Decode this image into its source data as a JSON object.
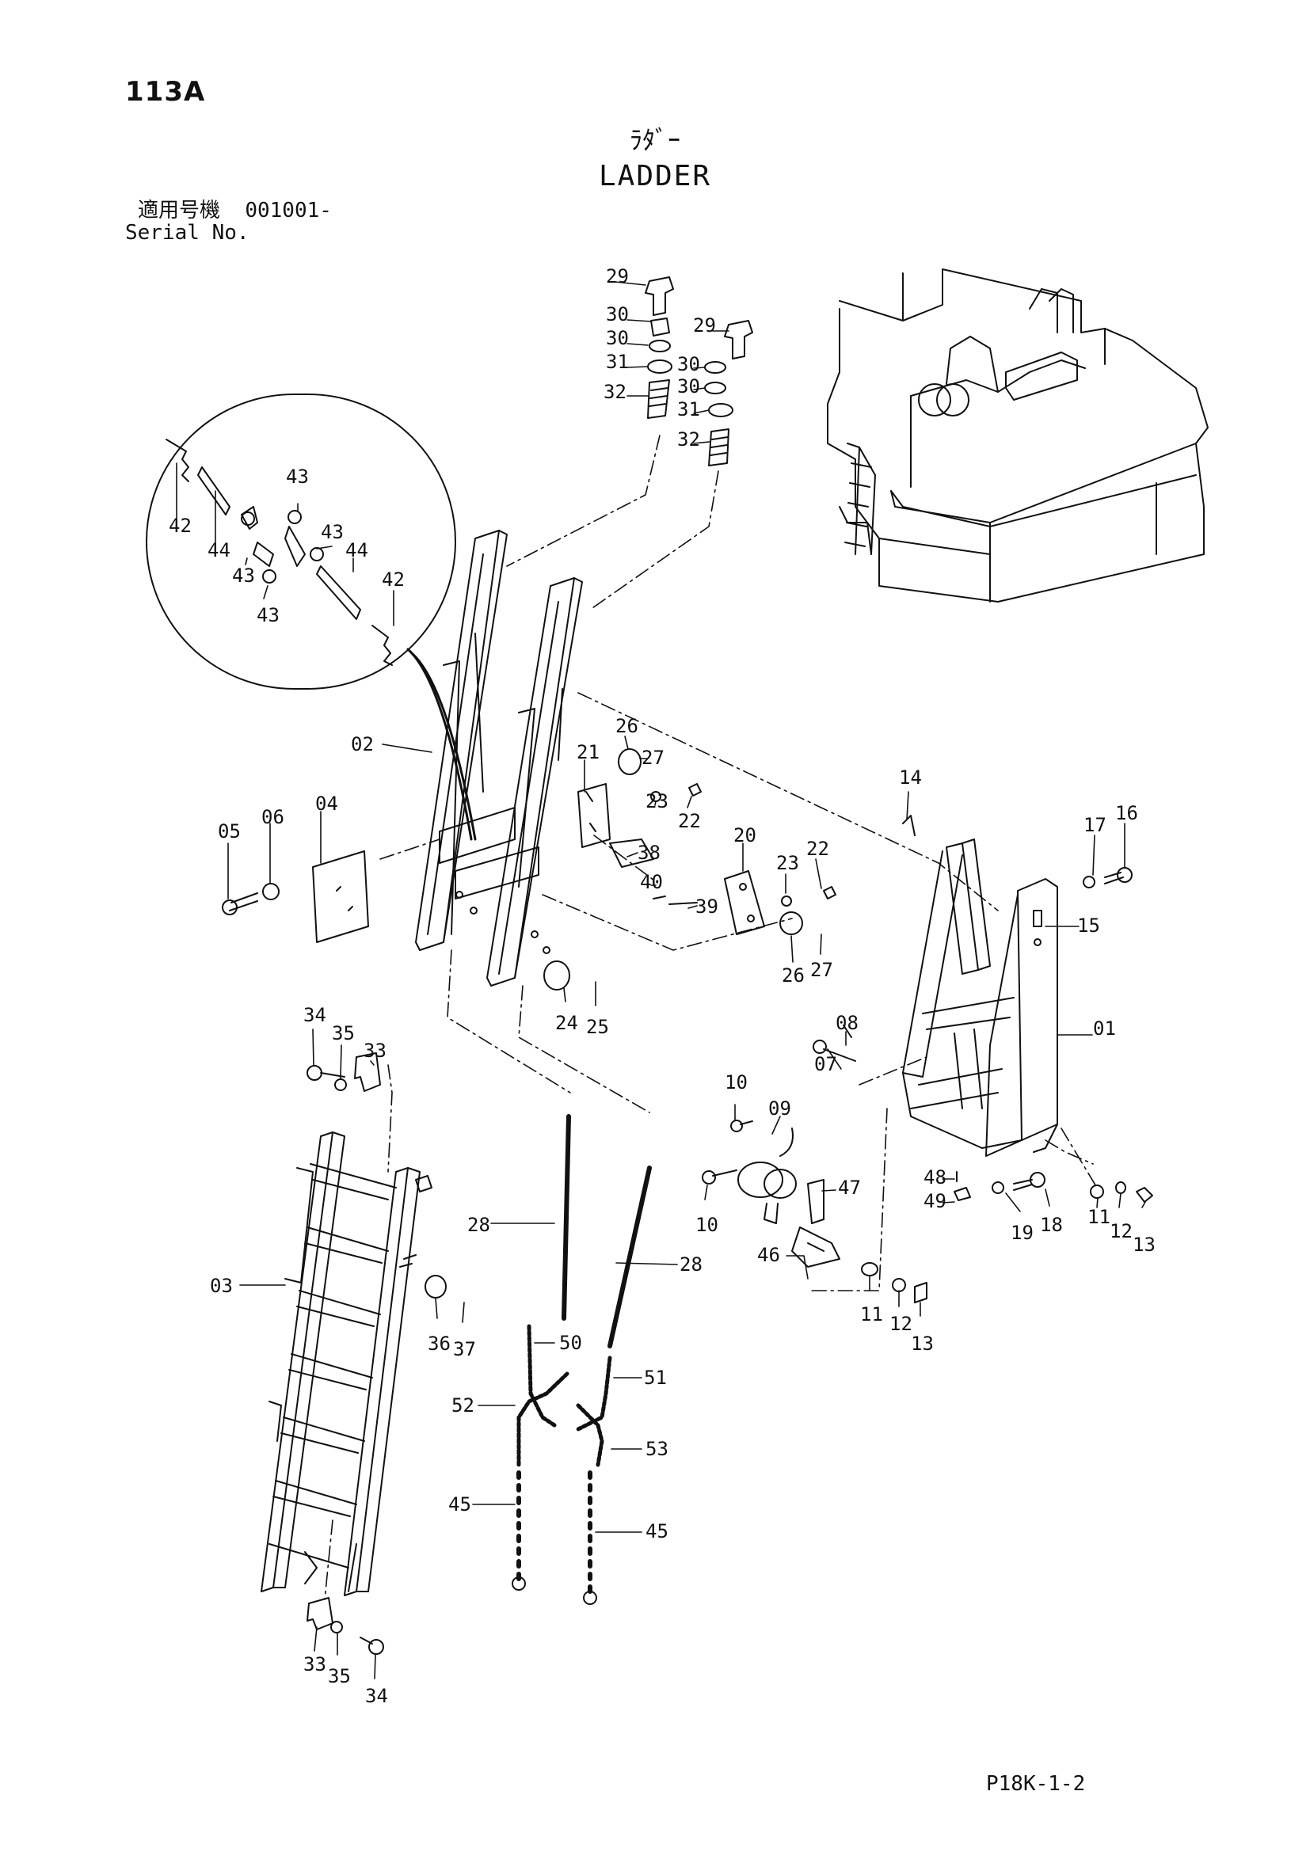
{
  "page_code": "113A",
  "title_jp": "ﾗﾀﾞｰ",
  "title_en": "LADDER",
  "serial": {
    "label_jp": "適用号機",
    "value": "001001-",
    "label_en": "Serial No."
  },
  "footer_code": "P18K-1-2",
  "callouts": [
    {
      "id": "c29a",
      "n": "29"
    },
    {
      "id": "c30a",
      "n": "30"
    },
    {
      "id": "c30b",
      "n": "30"
    },
    {
      "id": "c31a",
      "n": "31"
    },
    {
      "id": "c32a",
      "n": "32"
    },
    {
      "id": "c29b",
      "n": "29"
    },
    {
      "id": "c30c",
      "n": "30"
    },
    {
      "id": "c30d",
      "n": "30"
    },
    {
      "id": "c31b",
      "n": "31"
    },
    {
      "id": "c32b",
      "n": "32"
    },
    {
      "id": "c42a",
      "n": "42"
    },
    {
      "id": "c44a",
      "n": "44"
    },
    {
      "id": "c43a",
      "n": "43"
    },
    {
      "id": "c43b",
      "n": "43"
    },
    {
      "id": "c43c",
      "n": "43"
    },
    {
      "id": "c43d",
      "n": "43"
    },
    {
      "id": "c44b",
      "n": "44"
    },
    {
      "id": "c42b",
      "n": "42"
    },
    {
      "id": "c02",
      "n": "02"
    },
    {
      "id": "c04",
      "n": "04"
    },
    {
      "id": "c05",
      "n": "05"
    },
    {
      "id": "c06",
      "n": "06"
    },
    {
      "id": "c26a",
      "n": "26"
    },
    {
      "id": "c27a",
      "n": "27"
    },
    {
      "id": "c21",
      "n": "21"
    },
    {
      "id": "c23a",
      "n": "23"
    },
    {
      "id": "c22a",
      "n": "22"
    },
    {
      "id": "c38",
      "n": "38"
    },
    {
      "id": "c40",
      "n": "40"
    },
    {
      "id": "c39",
      "n": "39"
    },
    {
      "id": "c20",
      "n": "20"
    },
    {
      "id": "c23b",
      "n": "23"
    },
    {
      "id": "c22b",
      "n": "22"
    },
    {
      "id": "c26b",
      "n": "26"
    },
    {
      "id": "c27b",
      "n": "27"
    },
    {
      "id": "c24",
      "n": "24"
    },
    {
      "id": "c25",
      "n": "25"
    },
    {
      "id": "c14",
      "n": "14"
    },
    {
      "id": "c17",
      "n": "17"
    },
    {
      "id": "c16",
      "n": "16"
    },
    {
      "id": "c15",
      "n": "15"
    },
    {
      "id": "c01",
      "n": "01"
    },
    {
      "id": "c08",
      "n": "08"
    },
    {
      "id": "c07",
      "n": "07"
    },
    {
      "id": "c10a",
      "n": "10"
    },
    {
      "id": "c09",
      "n": "09"
    },
    {
      "id": "c10b",
      "n": "10"
    },
    {
      "id": "c47",
      "n": "47"
    },
    {
      "id": "c48",
      "n": "48"
    },
    {
      "id": "c49",
      "n": "49"
    },
    {
      "id": "c19",
      "n": "19"
    },
    {
      "id": "c18",
      "n": "18"
    },
    {
      "id": "c11a",
      "n": "11"
    },
    {
      "id": "c12a",
      "n": "12"
    },
    {
      "id": "c13a",
      "n": "13"
    },
    {
      "id": "c46",
      "n": "46"
    },
    {
      "id": "c11b",
      "n": "11"
    },
    {
      "id": "c12b",
      "n": "12"
    },
    {
      "id": "c13b",
      "n": "13"
    },
    {
      "id": "c34a",
      "n": "34"
    },
    {
      "id": "c35a",
      "n": "35"
    },
    {
      "id": "c33a",
      "n": "33"
    },
    {
      "id": "c03",
      "n": "03"
    },
    {
      "id": "c36",
      "n": "36"
    },
    {
      "id": "c37",
      "n": "37"
    },
    {
      "id": "c33b",
      "n": "33"
    },
    {
      "id": "c35b",
      "n": "35"
    },
    {
      "id": "c34b",
      "n": "34"
    },
    {
      "id": "c28a",
      "n": "28"
    },
    {
      "id": "c28b",
      "n": "28"
    },
    {
      "id": "c50",
      "n": "50"
    },
    {
      "id": "c51",
      "n": "51"
    },
    {
      "id": "c52",
      "n": "52"
    },
    {
      "id": "c53",
      "n": "53"
    },
    {
      "id": "c45a",
      "n": "45"
    },
    {
      "id": "c45b",
      "n": "45"
    }
  ]
}
